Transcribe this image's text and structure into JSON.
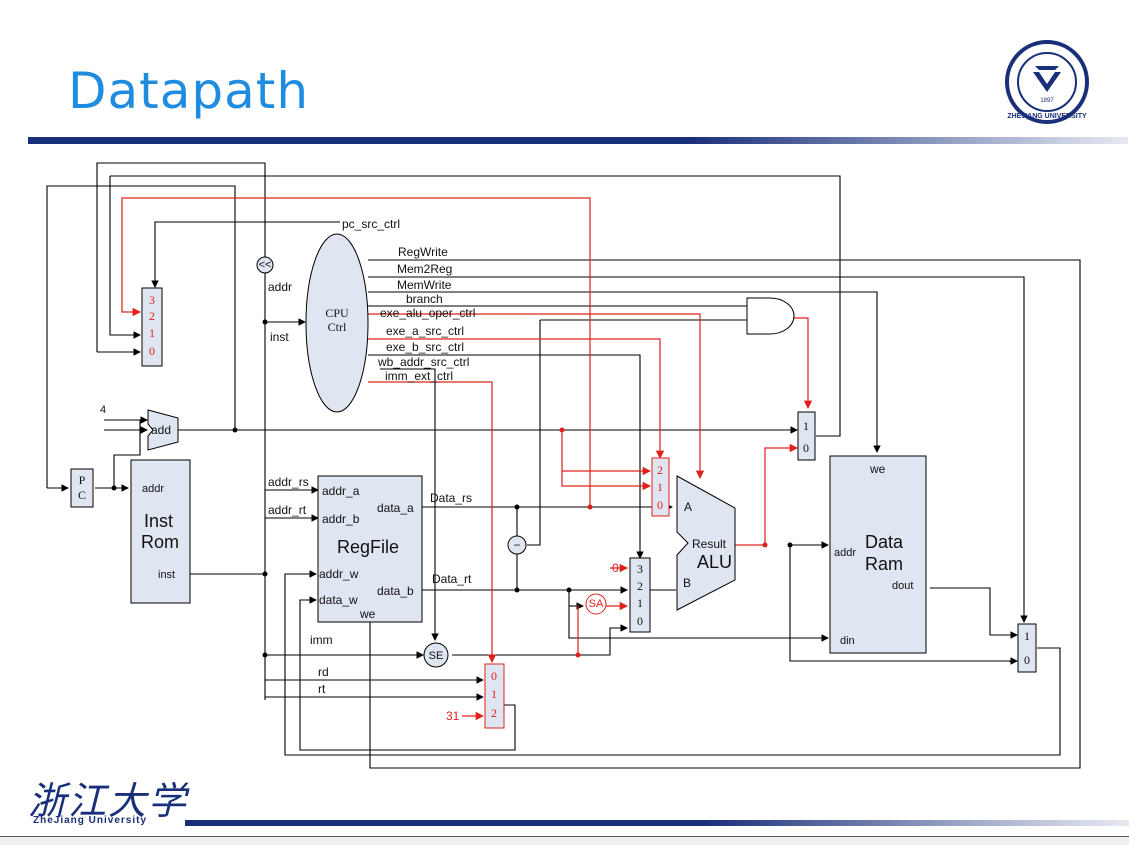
{
  "slide": {
    "title": "Datapath",
    "footer_logo_cn": "浙江大学",
    "footer_logo_en": "ZheJiang University",
    "seal_text": "ZHEJIANG UNIVERSITY",
    "seal_year": "1897"
  },
  "colors": {
    "title": "#1f8ce0",
    "bar": "#1a2f7a",
    "red_wire": "#e0201c",
    "block_fill": "#dfe6f2"
  },
  "diagram": {
    "pc": {
      "label1": "P",
      "label2": "C"
    },
    "inst_rom": {
      "title1": "Inst",
      "title2": "Rom",
      "in": "addr",
      "out": "inst"
    },
    "regfile": {
      "title": "RegFile",
      "addr_a": "addr_a",
      "addr_b": "addr_b",
      "addr_w": "addr_w",
      "data_w": "data_w",
      "we": "we",
      "data_a": "data_a",
      "data_b": "data_b"
    },
    "alu": {
      "title": "ALU",
      "a": "A",
      "b": "B",
      "result": "Result"
    },
    "data_ram": {
      "title1": "Data",
      "title2": "Ram",
      "we": "we",
      "addr": "addr",
      "dout": "dout",
      "din": "din"
    },
    "cpu_ctrl": {
      "line1": "CPU",
      "line2": "Ctrl",
      "addr": "addr",
      "inst": "inst"
    },
    "control_signals": [
      "pc_src_ctrl",
      "RegWrite",
      "Mem2Reg",
      "MemWrite",
      "branch",
      "exe_alu_oper_ctrl",
      "exe_a_src_ctrl",
      "exe_b_src_ctrl",
      "wb_addr_src_ctrl",
      "imm_ext_ctrl"
    ],
    "wires": {
      "addr_rs": "addr_rs",
      "addr_rt": "addr_rt",
      "data_rs": "Data_rs",
      "data_rt": "Data_rt",
      "imm": "imm",
      "rd": "rd",
      "rt": "rt",
      "const4": "4",
      "const0": "0",
      "const31": "31",
      "add": "add"
    },
    "circles": {
      "shift": "<<",
      "se": "SE",
      "sa": "SA",
      "minus": "−"
    },
    "mux_pc": [
      "3",
      "2",
      "1",
      "0"
    ],
    "mux_branch": [
      "1",
      "0"
    ],
    "mux_a": [
      "2",
      "1",
      "0"
    ],
    "mux_b": [
      "3",
      "2",
      "1",
      "0"
    ],
    "mux_wb_addr": [
      "0",
      "1",
      "2"
    ],
    "mux_wb_data": [
      "1",
      "0"
    ]
  }
}
